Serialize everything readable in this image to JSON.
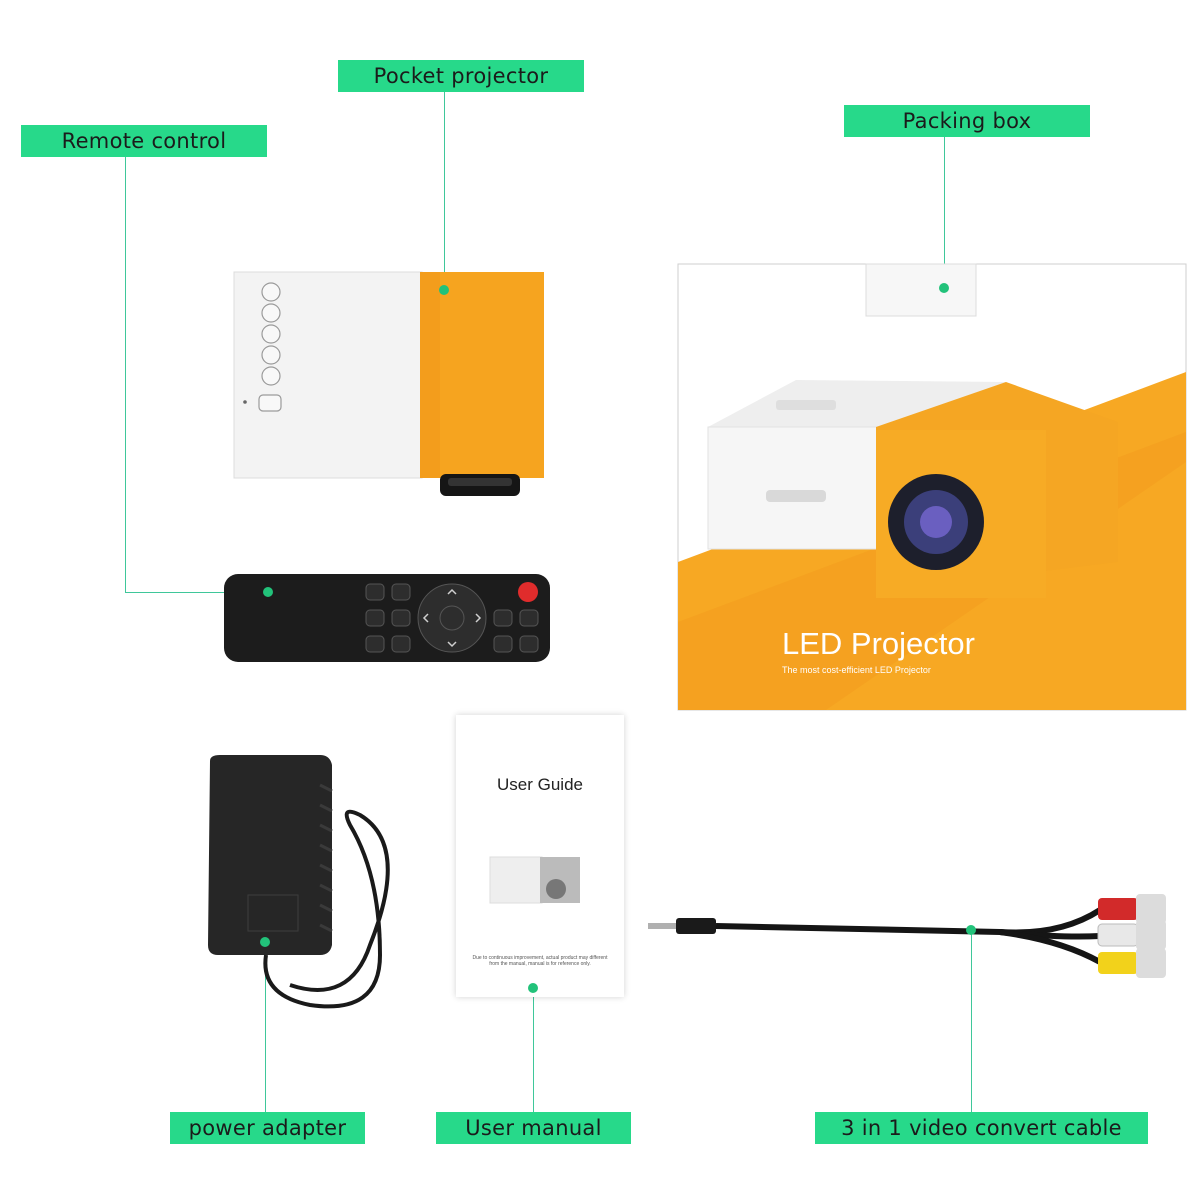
{
  "labels": {
    "pocket_projector": "Pocket projector",
    "remote_control": "Remote control",
    "packing_box": "Packing box",
    "power_adapter": "power adapter",
    "user_manual": "User manual",
    "video_cable": "3 in 1 video convert cable"
  },
  "box": {
    "title": "LED Projector",
    "subtitle": "The most cost-efficient LED Projector"
  },
  "manual": {
    "title": "User Guide",
    "note": "Due to continuous improvement, actual product may different from the manual, manual is for reference only."
  },
  "colors": {
    "label_bg": "#27d98a",
    "projector_orange": "#f7a823",
    "remote_black": "#1c1c1c"
  }
}
